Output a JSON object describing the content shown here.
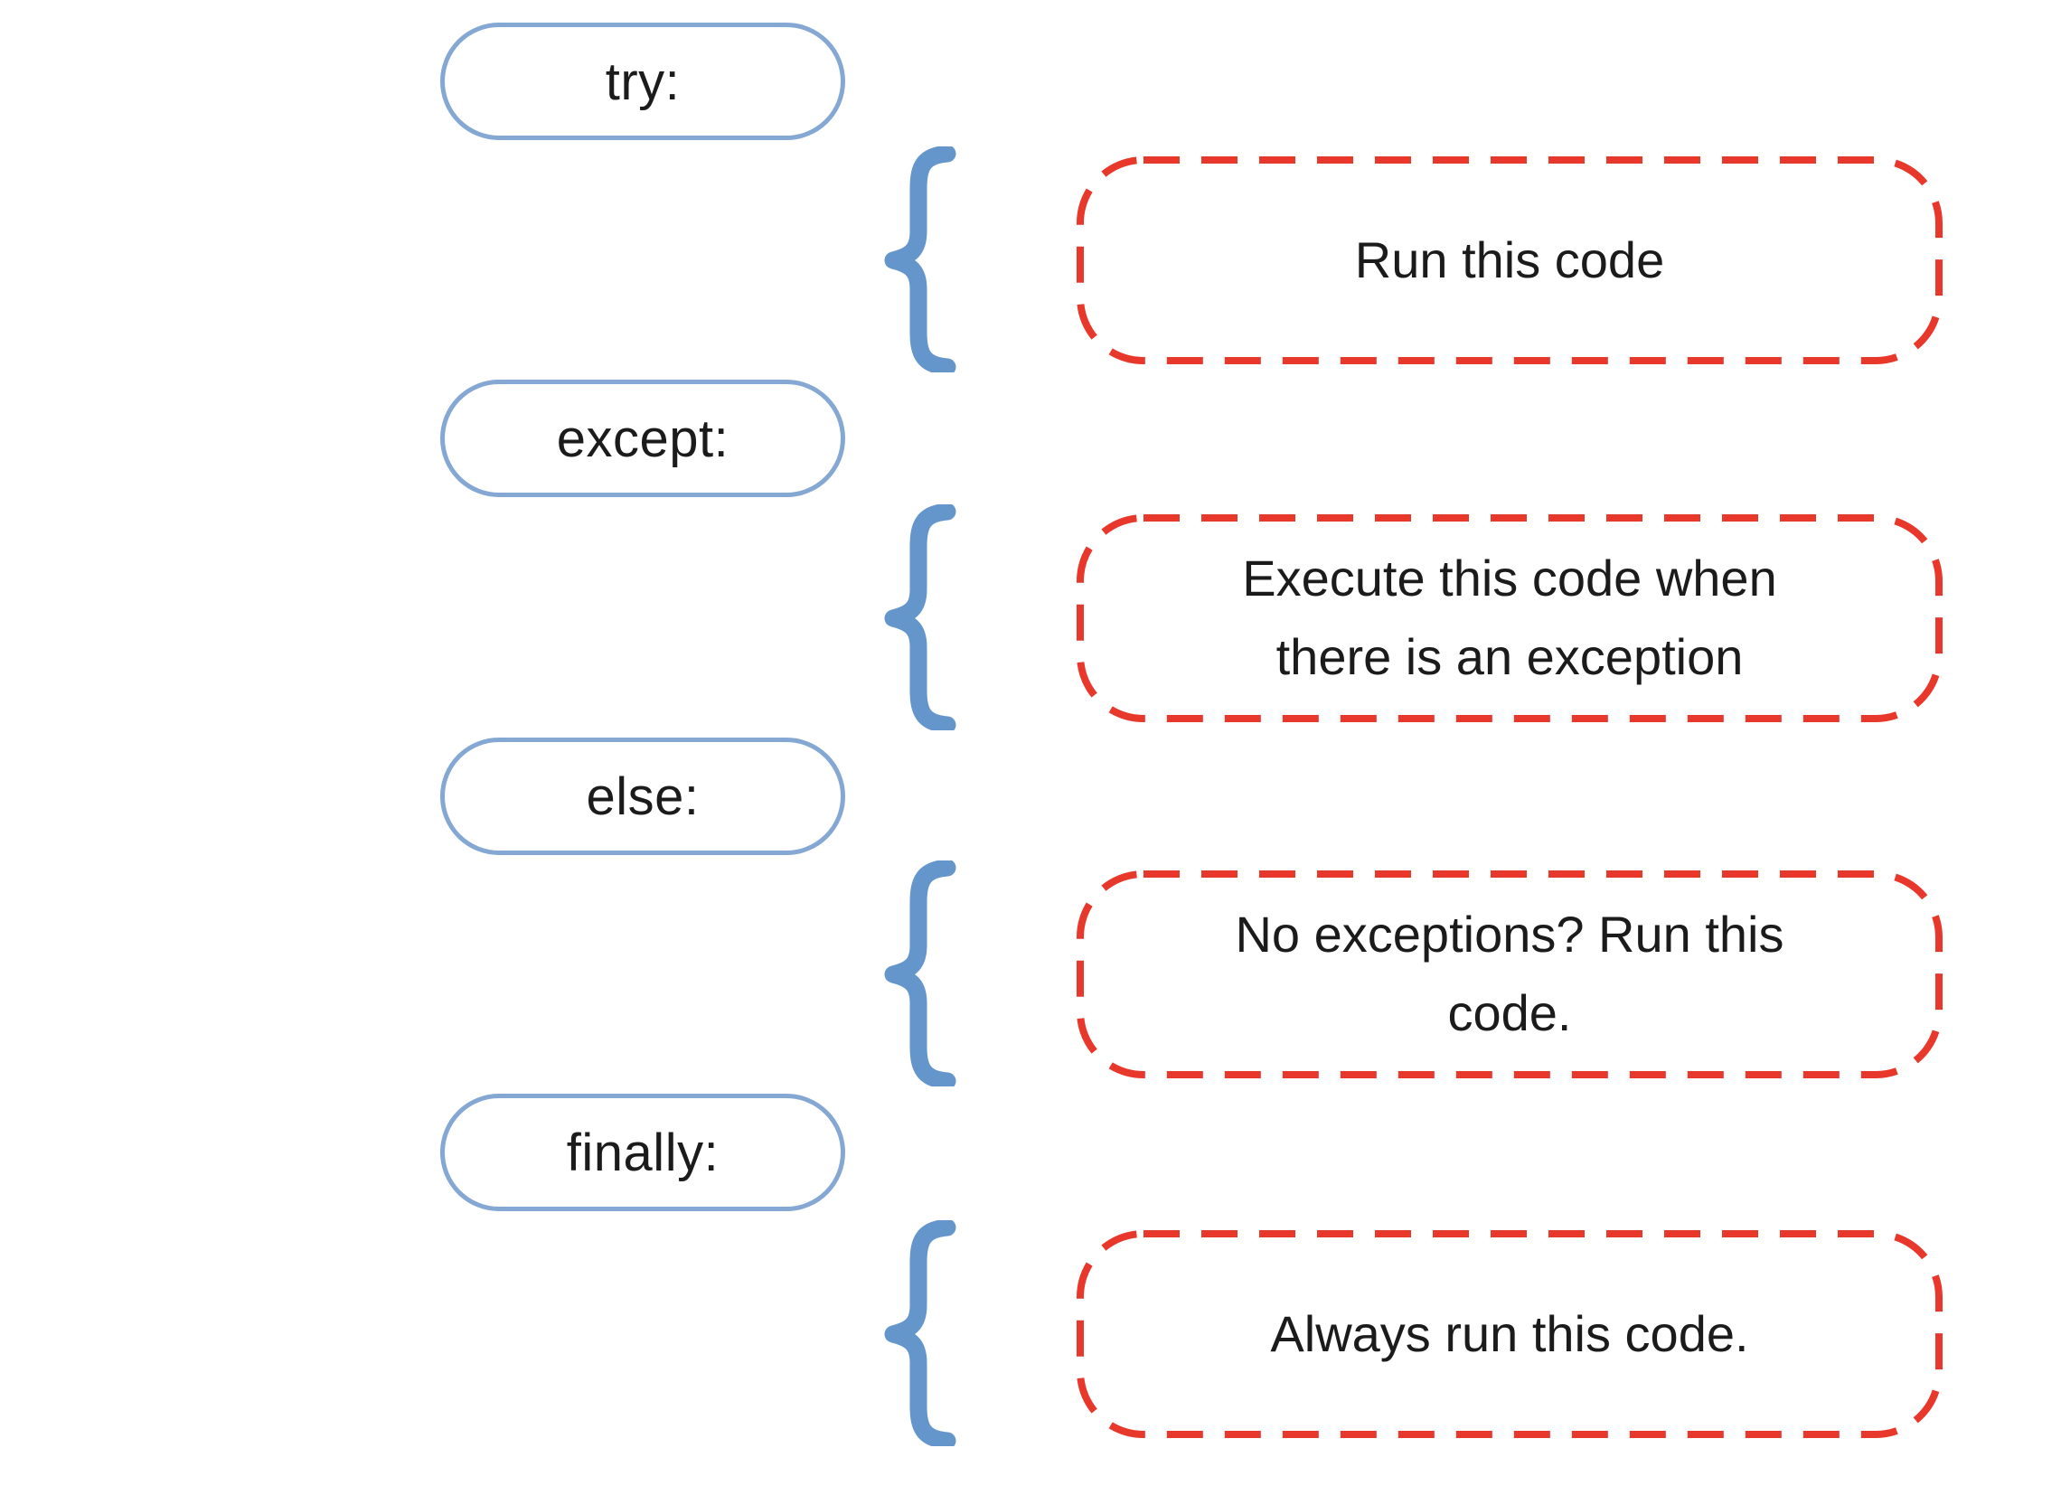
{
  "diagram": {
    "rows": [
      {
        "keyword": "try:",
        "description": "Run this code"
      },
      {
        "keyword": "except:",
        "description": "Execute this code when there is an exception"
      },
      {
        "keyword": "else:",
        "description": "No exceptions? Run this code."
      },
      {
        "keyword": "finally:",
        "description": "Always run this code."
      }
    ],
    "colors": {
      "keyword_border": "#84a7d3",
      "brace": "#6496cb",
      "box_border": "#e8382c",
      "text": "#1b1b1b"
    }
  }
}
